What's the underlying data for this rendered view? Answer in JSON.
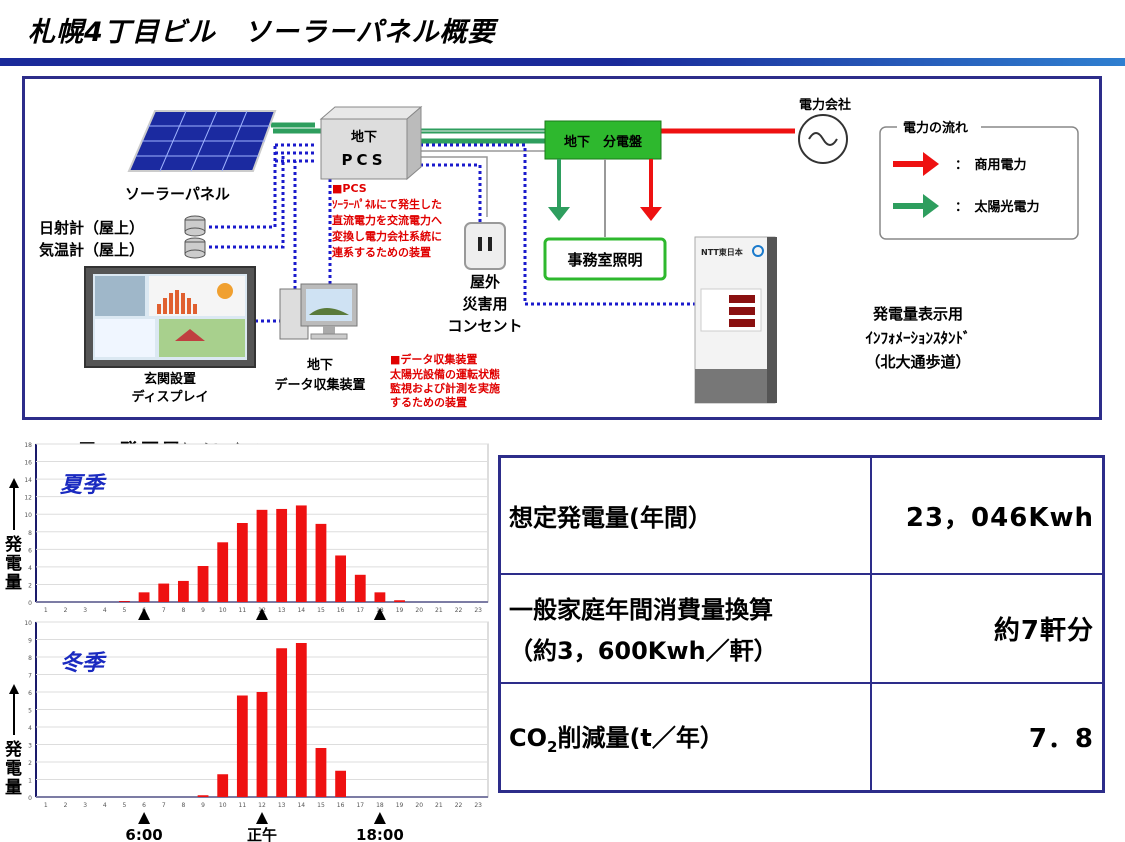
{
  "page": {
    "title": "札幌4丁目ビル　ソーラーパネル概要"
  },
  "diagram": {
    "solar_panel": "ソーラーパネル",
    "pcs_line1": "地下",
    "pcs_line2": "PCS",
    "pcs_note": [
      "■PCS",
      "ｿｰﾗｰﾊﾟﾈﾙにて発生した",
      "直流電力を交流電力へ",
      "変換し電力会社系統に",
      "連系するための装置"
    ],
    "pyranometer": "日射計（屋上）",
    "thermometer": "気温計（屋上）",
    "display_line1": "玄関設置",
    "display_line2": "ディスプレイ",
    "data_collector_line1": "地下",
    "data_collector_line2": "データ収集装置",
    "data_note": [
      "■データ収集装置",
      "太陽光設備の運転状態",
      "監視および計測を実施",
      "するための装置"
    ],
    "outlet_line1": "屋外",
    "outlet_line2": "災害用",
    "outlet_line3": "コンセント",
    "distribution_board": "地下　分電盤",
    "office_lighting": "事務室照明",
    "power_company": "電力会社",
    "legend_title": "電力の流れ",
    "legend_commercial": "：　商用電力",
    "legend_solar": "：　太陽光電力",
    "stand_brand": "NTT東日本",
    "stand_line1": "発電量表示用",
    "stand_line2": "ｲﾝﾌｫﾒｰｼｮﾝｽﾀﾝﾄﾞ",
    "stand_line3": "（北大通歩道）",
    "colors": {
      "commercial": "#ee1111",
      "solar": "#2e9e5e",
      "data_line": "#1a1acc",
      "board": "#2eb82e"
    }
  },
  "charts_header": "1日の発電量ｼｭﾐﾚｰｼｮﾝ",
  "y_axis_label": "発電量",
  "chart_data": [
    {
      "type": "bar",
      "title": "夏季",
      "categories": [
        "1",
        "2",
        "3",
        "4",
        "5",
        "6",
        "7",
        "8",
        "9",
        "10",
        "11",
        "12",
        "13",
        "14",
        "15",
        "16",
        "17",
        "18",
        "19",
        "20",
        "21",
        "22",
        "23"
      ],
      "values": [
        0,
        0,
        0,
        0,
        0.1,
        1.1,
        2.1,
        2.4,
        4.1,
        6.8,
        9.0,
        10.5,
        10.6,
        11.0,
        8.9,
        5.3,
        3.1,
        1.1,
        0.2,
        0,
        0,
        0,
        0
      ],
      "y_ticks": [
        "0",
        "2",
        "4",
        "6",
        "8",
        "10",
        "12",
        "14",
        "16",
        "18"
      ],
      "ylim": [
        0,
        18
      ],
      "markers": [
        "6:00",
        "正午",
        "18:00"
      ],
      "color": "#ee1111"
    },
    {
      "type": "bar",
      "title": "冬季",
      "categories": [
        "1",
        "2",
        "3",
        "4",
        "5",
        "6",
        "7",
        "8",
        "9",
        "10",
        "11",
        "12",
        "13",
        "14",
        "15",
        "16",
        "17",
        "18",
        "19",
        "20",
        "21",
        "22",
        "23"
      ],
      "values": [
        0,
        0,
        0,
        0,
        0,
        0,
        0,
        0,
        0.1,
        1.3,
        5.8,
        6.0,
        8.5,
        8.8,
        2.8,
        1.5,
        0,
        0,
        0,
        0,
        0,
        0,
        0
      ],
      "y_ticks": [
        "0",
        "1",
        "2",
        "3",
        "4",
        "5",
        "6",
        "7",
        "8",
        "9",
        "10"
      ],
      "ylim": [
        0,
        10
      ],
      "markers": [
        "6:00",
        "正午",
        "18:00"
      ],
      "color": "#ee1111"
    }
  ],
  "summary_table": {
    "rows": [
      {
        "label": "想定発電量(年間）",
        "value": "23，046Kwh"
      },
      {
        "label_line1": "一般家庭年間消費量換算",
        "label_line2": "（約3，600Kwh／軒）",
        "value": "約7軒分"
      },
      {
        "label_pre": "CO",
        "label_sub": "2",
        "label_post": "削減量(t／年）",
        "value": "7．8"
      }
    ]
  }
}
